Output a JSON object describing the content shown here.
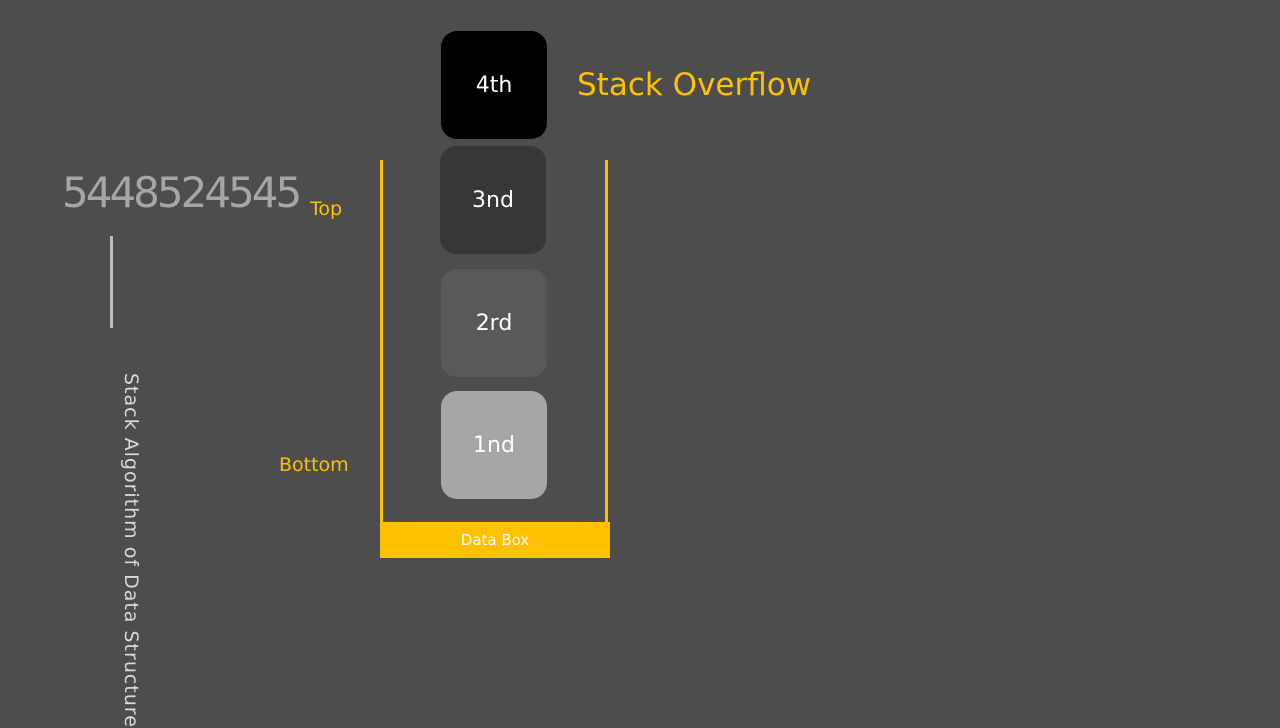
{
  "sidebar": {
    "id_number": "5448524545",
    "title": "Stack Algorithm of Data Structure"
  },
  "stack": {
    "top_label": "Top",
    "bottom_label": "Bottom",
    "base_label": "Data Box",
    "overflow_label": "Stack Overflow",
    "blocks": [
      {
        "label": "1nd",
        "color": "#a6a6a6"
      },
      {
        "label": "2rd",
        "color": "#595959"
      },
      {
        "label": "3nd",
        "color": "#383737"
      },
      {
        "label": "4th",
        "color": "#000000"
      }
    ]
  },
  "colors": {
    "background": "#4d4d4d",
    "accent": "#ffc000"
  }
}
